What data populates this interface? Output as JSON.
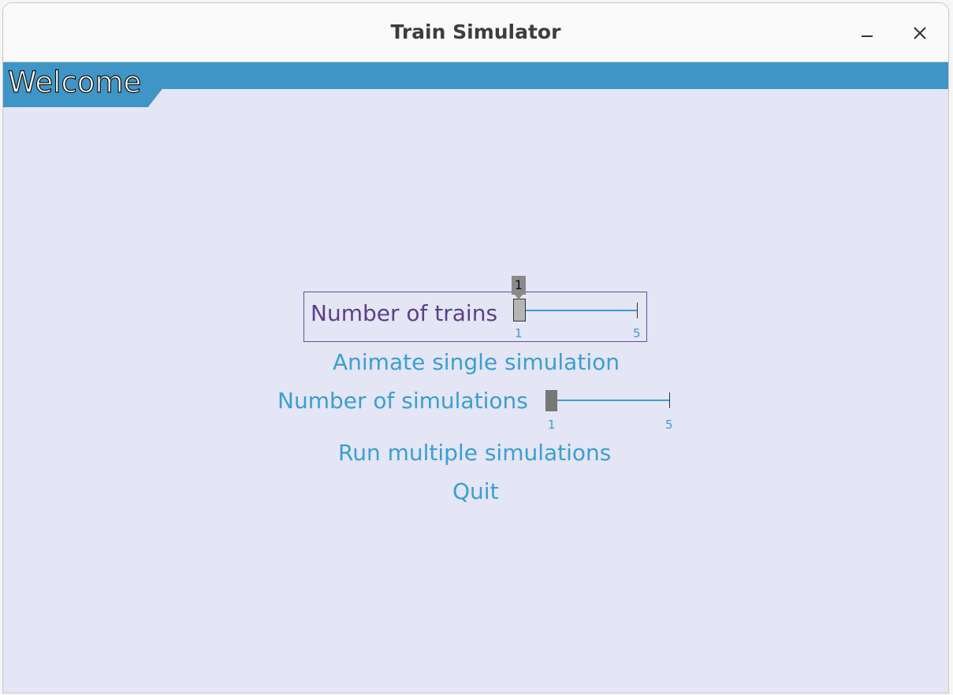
{
  "window": {
    "title": "Train Simulator"
  },
  "tab": {
    "label": "Welcome"
  },
  "trains_setting": {
    "label": "Number of trains",
    "value": "1",
    "min_label": "1",
    "max_label": "5"
  },
  "actions": {
    "animate_single": "Animate single simulation",
    "run_multiple": "Run multiple simulations",
    "quit": "Quit"
  },
  "simulations_setting": {
    "label": "Number of simulations",
    "min_label": "1",
    "max_label": "5"
  },
  "colors": {
    "accent": "#3a9fd2",
    "header": "#3f95c5",
    "background": "#e4e5f5",
    "focus": "#5c3f8a"
  }
}
